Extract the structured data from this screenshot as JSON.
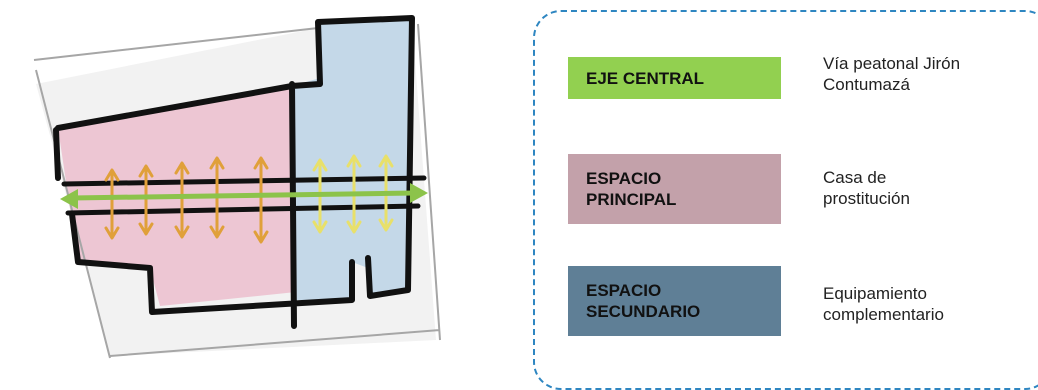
{
  "legend": {
    "items": [
      {
        "label_lines": [
          "EJE CENTRAL"
        ],
        "description_lines": [
          "Vía peatonal Jirón",
          "Contumazá"
        ],
        "color": "#92d050"
      },
      {
        "label_lines": [
          "ESPACIO",
          "PRINCIPAL"
        ],
        "description_lines": [
          "Casa de",
          "prostitución"
        ],
        "color": "#c3a1aa"
      },
      {
        "label_lines": [
          "ESPACIO",
          "SECUNDARIO"
        ],
        "description_lines": [
          "Equipamiento",
          "complementario"
        ],
        "color": "#5f7f96"
      }
    ]
  },
  "colors": {
    "frame": "#2e86c1",
    "axis_arrow": "#8cc34a",
    "primary_arrows": "#e0a03a",
    "secondary_arrows": "#e8e06a",
    "primary_fill": "#edc6d3",
    "secondary_fill": "#c4d8e8"
  }
}
